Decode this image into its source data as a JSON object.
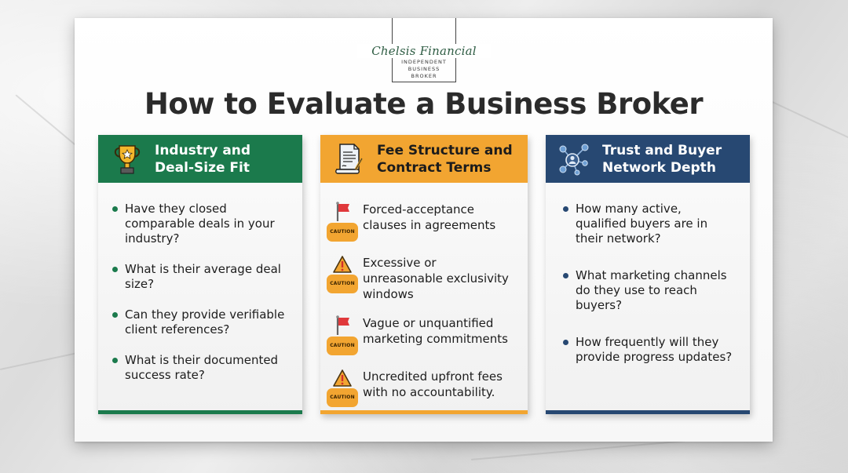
{
  "logo": {
    "name": "Chelsis Financial",
    "subtitle_lines": [
      "INDEPENDENT",
      "BUSINESS",
      "BROKER"
    ]
  },
  "title": "How to Evaluate a Business Broker",
  "colors": {
    "green": "#1b7a4c",
    "orange": "#f2a531",
    "navy": "#274872",
    "caution": "#f2a531",
    "flag_red": "#e0383b"
  },
  "cards": [
    {
      "title_lines": [
        "Industry and",
        "Deal-Size Fit"
      ],
      "icon": "trophy-icon",
      "items": [
        "Have they closed comparable deals in your industry?",
        "What is their average deal size?",
        "Can they provide verifiable client references?",
        "What is their documented success rate?"
      ]
    },
    {
      "title_lines": [
        "Fee Structure and",
        "Contract Terms"
      ],
      "icon": "contract-document-icon",
      "items": [
        {
          "icon": "red-flag-icon",
          "badge": "CAUTION",
          "text": "Forced-acceptance clauses in agreements"
        },
        {
          "icon": "warning-triangle-icon",
          "badge": "CAUTION",
          "text": "Excessive or unreasonable exclusivity windows"
        },
        {
          "icon": "red-flag-icon",
          "badge": "CAUTION",
          "text": "Vague or unquantified marketing commitments"
        },
        {
          "icon": "warning-triangle-icon",
          "badge": "CAUTION",
          "text": "Uncredited upfront fees with no accountability."
        }
      ]
    },
    {
      "title_lines": [
        "Trust and Buyer",
        "Network Depth"
      ],
      "icon": "network-icon",
      "items": [
        "How many active, qualified buyers are in their network?",
        "What marketing channels do they use to reach buyers?",
        "How frequently will they provide progress updates?"
      ]
    }
  ]
}
